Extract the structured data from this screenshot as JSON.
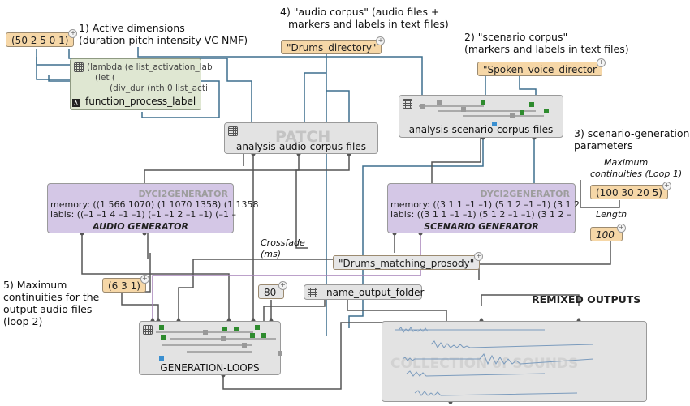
{
  "annotations": {
    "active_dims_1": "1) Active dimensions",
    "active_dims_2": "(duration pitch intensity VC NMF)",
    "audio_corpus_1": "4) \"audio corpus\" (audio files +",
    "audio_corpus_2": "markers and labels in text files)",
    "scenario_corpus_1": "2) \"scenario corpus\"",
    "scenario_corpus_2": "(markers and labels in text files)",
    "scen_gen_1": "3) scenario-generation",
    "scen_gen_2": "parameters",
    "max_cont_1": "Maximum",
    "max_cont_2": "continuities (Loop 1)",
    "length": "Length",
    "crossfade_1": "Crossfade",
    "crossfade_2": "(ms)",
    "max_cont_out_1": "5) Maximum",
    "max_cont_out_2": "continuities for the",
    "max_cont_out_3": "output audio files",
    "max_cont_out_4": "(loop 2)",
    "remixed": "REMIXED OUTPUTS"
  },
  "values": {
    "active_dims": "(50 2 5 0 1)",
    "drums_dir": "\"Drums_directory\"",
    "spoken_dir": "\"Spoken_voice_director",
    "max_cont": "(100 30 20 5)",
    "length": "100",
    "drums_prosody": "\"Drums_matching_prosody\"",
    "out_cont": "(6 3 1)",
    "crossfade": "80"
  },
  "lambda": {
    "line1": "(lambda (e list_activation_lab",
    "line2": "(let (",
    "line3": "(div_dur (nth 0 list_acti",
    "name": "function_process_label",
    "symbol": "λ"
  },
  "patches": {
    "audio_corpus_watermark": "PATCH",
    "audio_corpus": "analysis-audio-corpus-files",
    "scenario_corpus": "analysis-scenario-corpus-files",
    "name_output": "name_output_folder",
    "loops": "GENERATION-LOOPS"
  },
  "audio_generator": {
    "watermark": "DYCI2GENERATOR",
    "memory": "memory: ((1 566 1070) (1 1070 1358) (1 1358",
    "labels": "labls: ((–1 –1 4 –1 –1) (–1 –1 2 –1 –1) (–1 –",
    "title": "AUDIO GENERATOR"
  },
  "scenario_generator": {
    "watermark": "DYCI2GENERATOR",
    "memory": "memory: ((3 1 1 –1 –1) (5 1 2 –1 –1) (3 1 2",
    "labels": "labls: ((3 1 1 –1 –1) (5 1 2 –1 –1) (3 1 2 –",
    "title": "SCENARIO GENERATOR"
  },
  "output": {
    "watermark": "COLLECTION of SOUNDS"
  },
  "colors": {
    "wire_blue": "#3d6f8e",
    "wire_grey": "#555555",
    "wire_purple": "#a682b8",
    "value_bg": "#f6d7a7",
    "generator_bg": "#d4c7e6",
    "lambda_bg": "#dfe7d2",
    "patch_bg": "#e3e3e3",
    "wave": "#7b9bbd"
  }
}
